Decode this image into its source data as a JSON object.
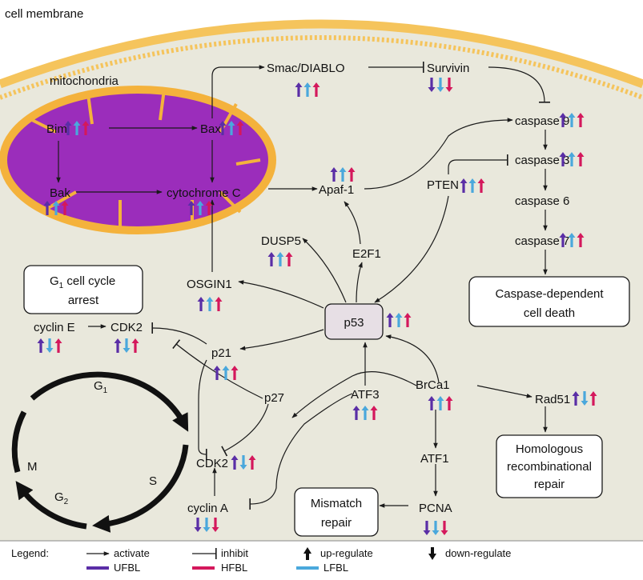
{
  "labels": {
    "cell_membrane": "cell membrane",
    "mitochondria": "mitochondria"
  },
  "colors": {
    "UFBL": "#5a2ea6",
    "HFBL": "#d4185c",
    "LFBL": "#4aa8dc",
    "cytoplasm": "#e9e8dc",
    "membrane": "#f5c45c",
    "mito_fill": "#9b2dbb",
    "mito_border": "#f4b23c"
  },
  "nodes": {
    "bim": "Bim",
    "bax": "Bax",
    "bak": "Bak",
    "cytc": "cytochrome C",
    "smac": "Smac/DIABLO",
    "survivin": "Survivin",
    "casp9": "caspase 9",
    "casp3": "caspase 3",
    "casp6": "caspase 6",
    "casp7": "caspase 7",
    "apaf": "Apaf-1",
    "pten": "PTEN",
    "dusp5": "DUSP5",
    "e2f1": "E2F1",
    "osgin1": "OSGIN1",
    "p53": "p53",
    "cycline": "cyclin E",
    "cdk2a": "CDK2",
    "p21": "p21",
    "p27": "p27",
    "atf3": "ATF3",
    "brca1": "BrCa1",
    "rad51": "Rad51",
    "atf1": "ATF1",
    "pcna": "PCNA",
    "cdk2b": "CDK2",
    "cyclina": "cyclin A",
    "phase_g1": "G",
    "phase_g1_sub": "1",
    "phase_s": "S",
    "phase_g2": "G",
    "phase_g2_sub": "2",
    "phase_m": "M"
  },
  "boxes": {
    "g1_line1_a": "G",
    "g1_line1_sub": "1",
    "g1_line1_b": " cell cycle",
    "g1_line2": "arrest",
    "caspase_death_1": "Caspase-dependent",
    "caspase_death_2": "cell death",
    "homologous_1": "Homologous",
    "homologous_2": "recombinational",
    "homologous_3": "repair",
    "mismatch_1": "Mismatch",
    "mismatch_2": "repair"
  },
  "regulation": {
    "bim": [
      "up",
      "up",
      "up"
    ],
    "bax": [
      "up",
      "up",
      "up"
    ],
    "bak": [
      "up",
      "up",
      "up"
    ],
    "cytc": [
      "up",
      "up",
      "up"
    ],
    "smac": [
      "up",
      "up",
      "up"
    ],
    "survivin": [
      "down",
      "down",
      "down"
    ],
    "casp9": [
      "up",
      "up",
      "up"
    ],
    "casp3": [
      "up",
      "up",
      "up"
    ],
    "casp7": [
      "up",
      "up",
      "up"
    ],
    "apaf": [
      "up",
      "up",
      "up"
    ],
    "pten": [
      "up",
      "up",
      "up"
    ],
    "dusp5": [
      "up",
      "up",
      "up"
    ],
    "osgin1": [
      "up",
      "up",
      "up"
    ],
    "p53": [
      "up",
      "up",
      "up"
    ],
    "cycline": [
      "up",
      "down",
      "up"
    ],
    "cdk2a": [
      "up",
      "down",
      "up"
    ],
    "p21": [
      "up",
      "up",
      "up"
    ],
    "atf3": [
      "up",
      "up",
      "up"
    ],
    "brca1": [
      "up",
      "up",
      "up"
    ],
    "rad51": [
      "up",
      "down",
      "up"
    ],
    "cdk2b": [
      "up",
      "down",
      "up"
    ],
    "cyclina": [
      "down",
      "down",
      "down"
    ],
    "pcna": [
      "down",
      "down",
      "down"
    ]
  },
  "legend": {
    "title": "Legend:",
    "activate": "activate",
    "inhibit": "inhibit",
    "up": "up-regulate",
    "down": "down-regulate",
    "ufbl": "UFBL",
    "hfbl": "HFBL",
    "lfbl": "LFBL"
  }
}
